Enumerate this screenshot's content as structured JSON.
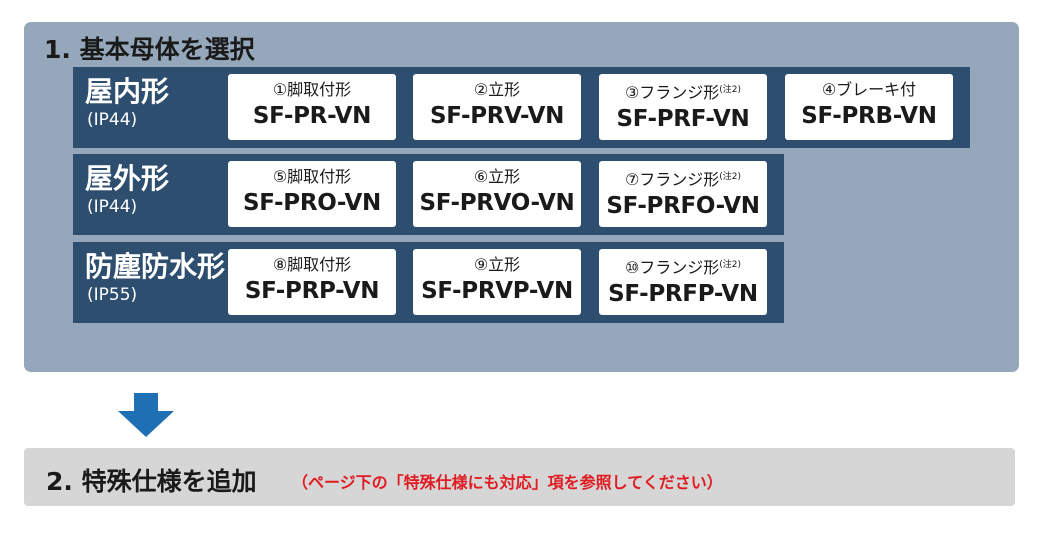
{
  "step1": {
    "title": "1. 基本母体を選択",
    "groups": [
      {
        "name": "屋内形",
        "ip": "(IP44)",
        "items": [
          {
            "label": "①脚取付形",
            "note": "",
            "model": "SF-PR-VN"
          },
          {
            "label": "②立形",
            "note": "",
            "model": "SF-PRV-VN"
          },
          {
            "label": "③フランジ形",
            "note": "(注2)",
            "model": "SF-PRF-VN"
          },
          {
            "label": "④ブレーキ付",
            "note": "",
            "model": "SF-PRB-VN"
          }
        ]
      },
      {
        "name": "屋外形",
        "ip": "(IP44)",
        "items": [
          {
            "label": "⑤脚取付形",
            "note": "",
            "model": "SF-PRO-VN"
          },
          {
            "label": "⑥立形",
            "note": "",
            "model": "SF-PRVO-VN"
          },
          {
            "label": "⑦フランジ形",
            "note": "(注2)",
            "model": "SF-PRFO-VN"
          }
        ]
      },
      {
        "name": "防塵防水形",
        "ip": "(IP55)",
        "items": [
          {
            "label": "⑧脚取付形",
            "note": "",
            "model": "SF-PRP-VN"
          },
          {
            "label": "⑨立形",
            "note": "",
            "model": "SF-PRVP-VN"
          },
          {
            "label": "⑩フランジ形",
            "note": "(注2)",
            "model": "SF-PRFP-VN"
          }
        ]
      }
    ]
  },
  "step2": {
    "title": "2. 特殊仕様を追加",
    "note": "（ページ下の「特殊仕様にも対応」項を参照してください）"
  },
  "colors": {
    "panel": "#95a8bb",
    "row": "#2d4e6e",
    "arrow": "#1f6fb4",
    "step2_bg": "#d6d6d6",
    "note": "#e11b22"
  },
  "icons": {
    "arrow": "down-arrow-icon"
  }
}
